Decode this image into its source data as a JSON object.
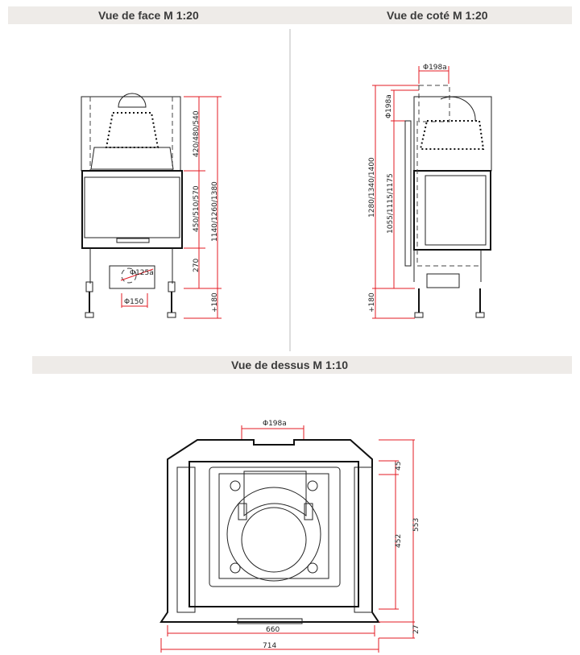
{
  "headers": {
    "front": "Vue de face M 1:20",
    "side": "Vue de coté M 1:20",
    "top": "Vue de dessus M 1:10"
  },
  "front_view": {
    "dims": {
      "hood": "420/480/540",
      "glass": "450/510/570",
      "total": "1140/1260/1380",
      "base": "270",
      "legs": "+180",
      "outlet": "Φ125a",
      "inlet": "Φ150"
    }
  },
  "side_view": {
    "dims": {
      "flue_top": "Φ198a",
      "flue_side": "Φ198a",
      "total": "1280/1340/1400",
      "flue_height": "1055/1115/1175",
      "legs": "+180"
    }
  },
  "top_view": {
    "dims": {
      "flue": "Φ198a",
      "d45": "45",
      "d553": "553",
      "d452": "452",
      "d660": "660",
      "d714": "714",
      "d27": "27"
    }
  },
  "colors": {
    "dimension": "#e31b23",
    "header_bg": "#eeebe8"
  }
}
